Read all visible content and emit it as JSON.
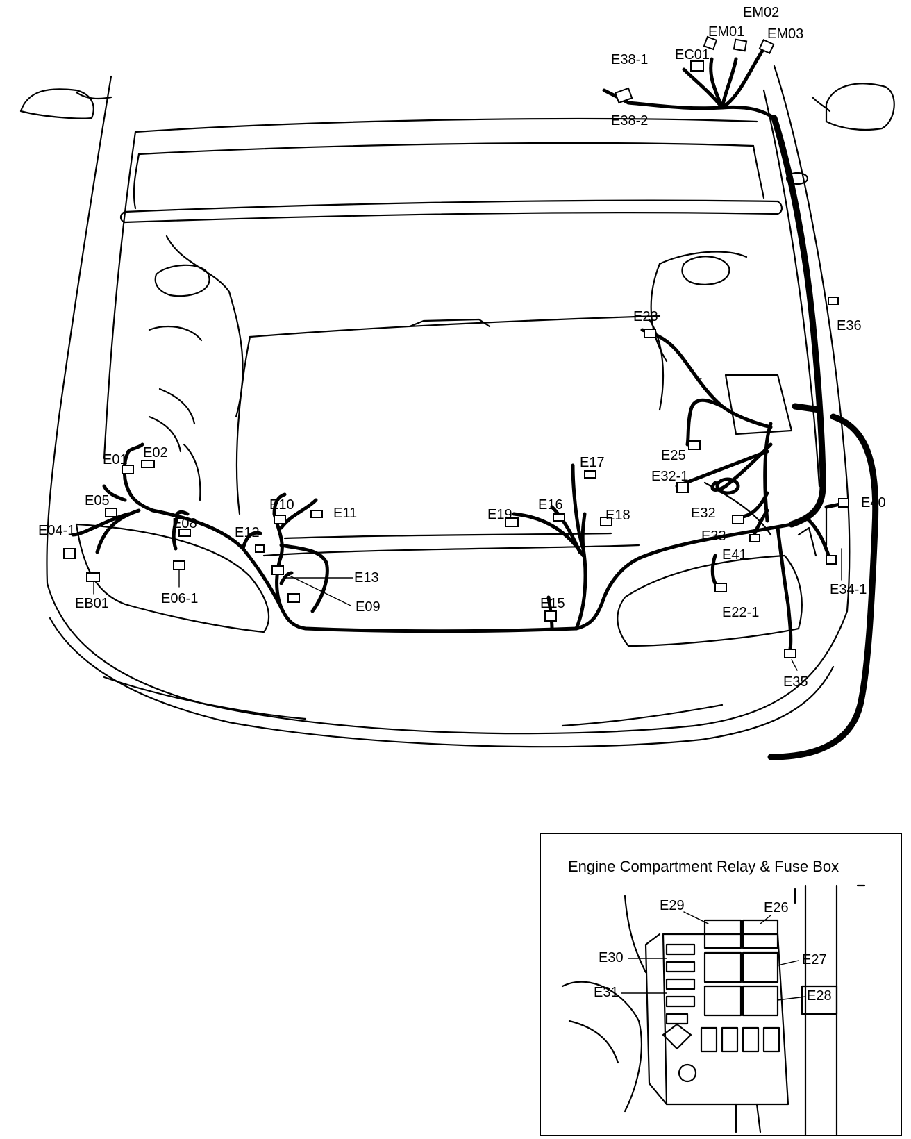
{
  "car_connectors": {
    "EM02": "EM02",
    "EM01": "EM01",
    "EM03": "EM03",
    "EC01": "EC01",
    "E38_1": "E38-1",
    "E38_2": "E38-2",
    "E36": "E36",
    "E23": "E23",
    "E25": "E25",
    "E32_1": "E32-1",
    "E32": "E32",
    "E33": "E33",
    "E41": "E41",
    "E40": "E40",
    "E34_1": "E34-1",
    "E22_1": "E22-1",
    "E35": "E35",
    "E17": "E17",
    "E16": "E16",
    "E18": "E18",
    "E19": "E19",
    "E15": "E15",
    "E01": "E01",
    "E02": "E02",
    "E05": "E05",
    "E04_1": "E04-1",
    "EB01": "EB01",
    "E06_1": "E06-1",
    "E08": "E08",
    "E10": "E10",
    "E11": "E11",
    "E12": "E12",
    "E13": "E13",
    "E09": "E09"
  },
  "inset": {
    "title": "Engine Compartment Relay & Fuse Box",
    "connectors": {
      "E29": "E29",
      "E26": "E26",
      "E30": "E30",
      "E27": "E27",
      "E31": "E31",
      "E28": "E28"
    }
  }
}
